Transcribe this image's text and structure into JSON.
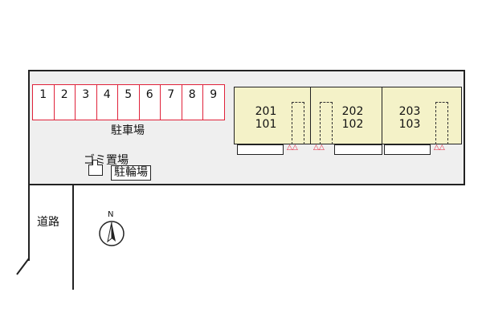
{
  "parking": {
    "label": "駐車場",
    "spaces": [
      "1",
      "2",
      "3",
      "4",
      "5",
      "6",
      "7",
      "8",
      "9"
    ]
  },
  "units": [
    {
      "top": "201",
      "bottom": "101"
    },
    {
      "top": "202",
      "bottom": "102"
    },
    {
      "top": "203",
      "bottom": "103"
    }
  ],
  "facilities": {
    "garbage": "ゴミ置場",
    "bicycle": "駐輪場"
  },
  "road": {
    "label": "道路"
  },
  "compass": {
    "north": "N"
  },
  "colors": {
    "parking_border": "#e0223a",
    "building_fill": "#f4f2c8",
    "site_fill": "#efefef",
    "entrance_mark": "#e0223a"
  }
}
